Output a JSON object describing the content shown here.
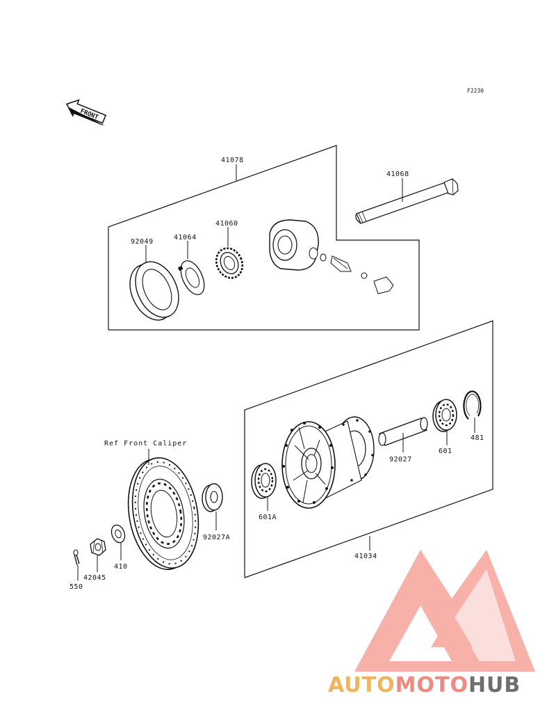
{
  "diagram": {
    "code": "F2230",
    "front_arrow": "FRONT",
    "reference_note": "Ref Front Caliper",
    "parts": {
      "p41078": "41078",
      "p41068": "41068",
      "p92049": "92049",
      "p41064": "41064",
      "p41060": "41060",
      "p481": "481",
      "p601": "601",
      "p92027": "92027",
      "p601a": "601A",
      "p92027a": "92027A",
      "p41034": "41034",
      "p410": "410",
      "p42045": "42045",
      "p550": "550"
    }
  },
  "watermark": {
    "part1": "AUTO",
    "part2": "MOTO",
    "part3": "HUB",
    "colors": {
      "auto": "#f2b45a",
      "moto": "#ee8a80",
      "hub": "#6e6e6e"
    }
  }
}
